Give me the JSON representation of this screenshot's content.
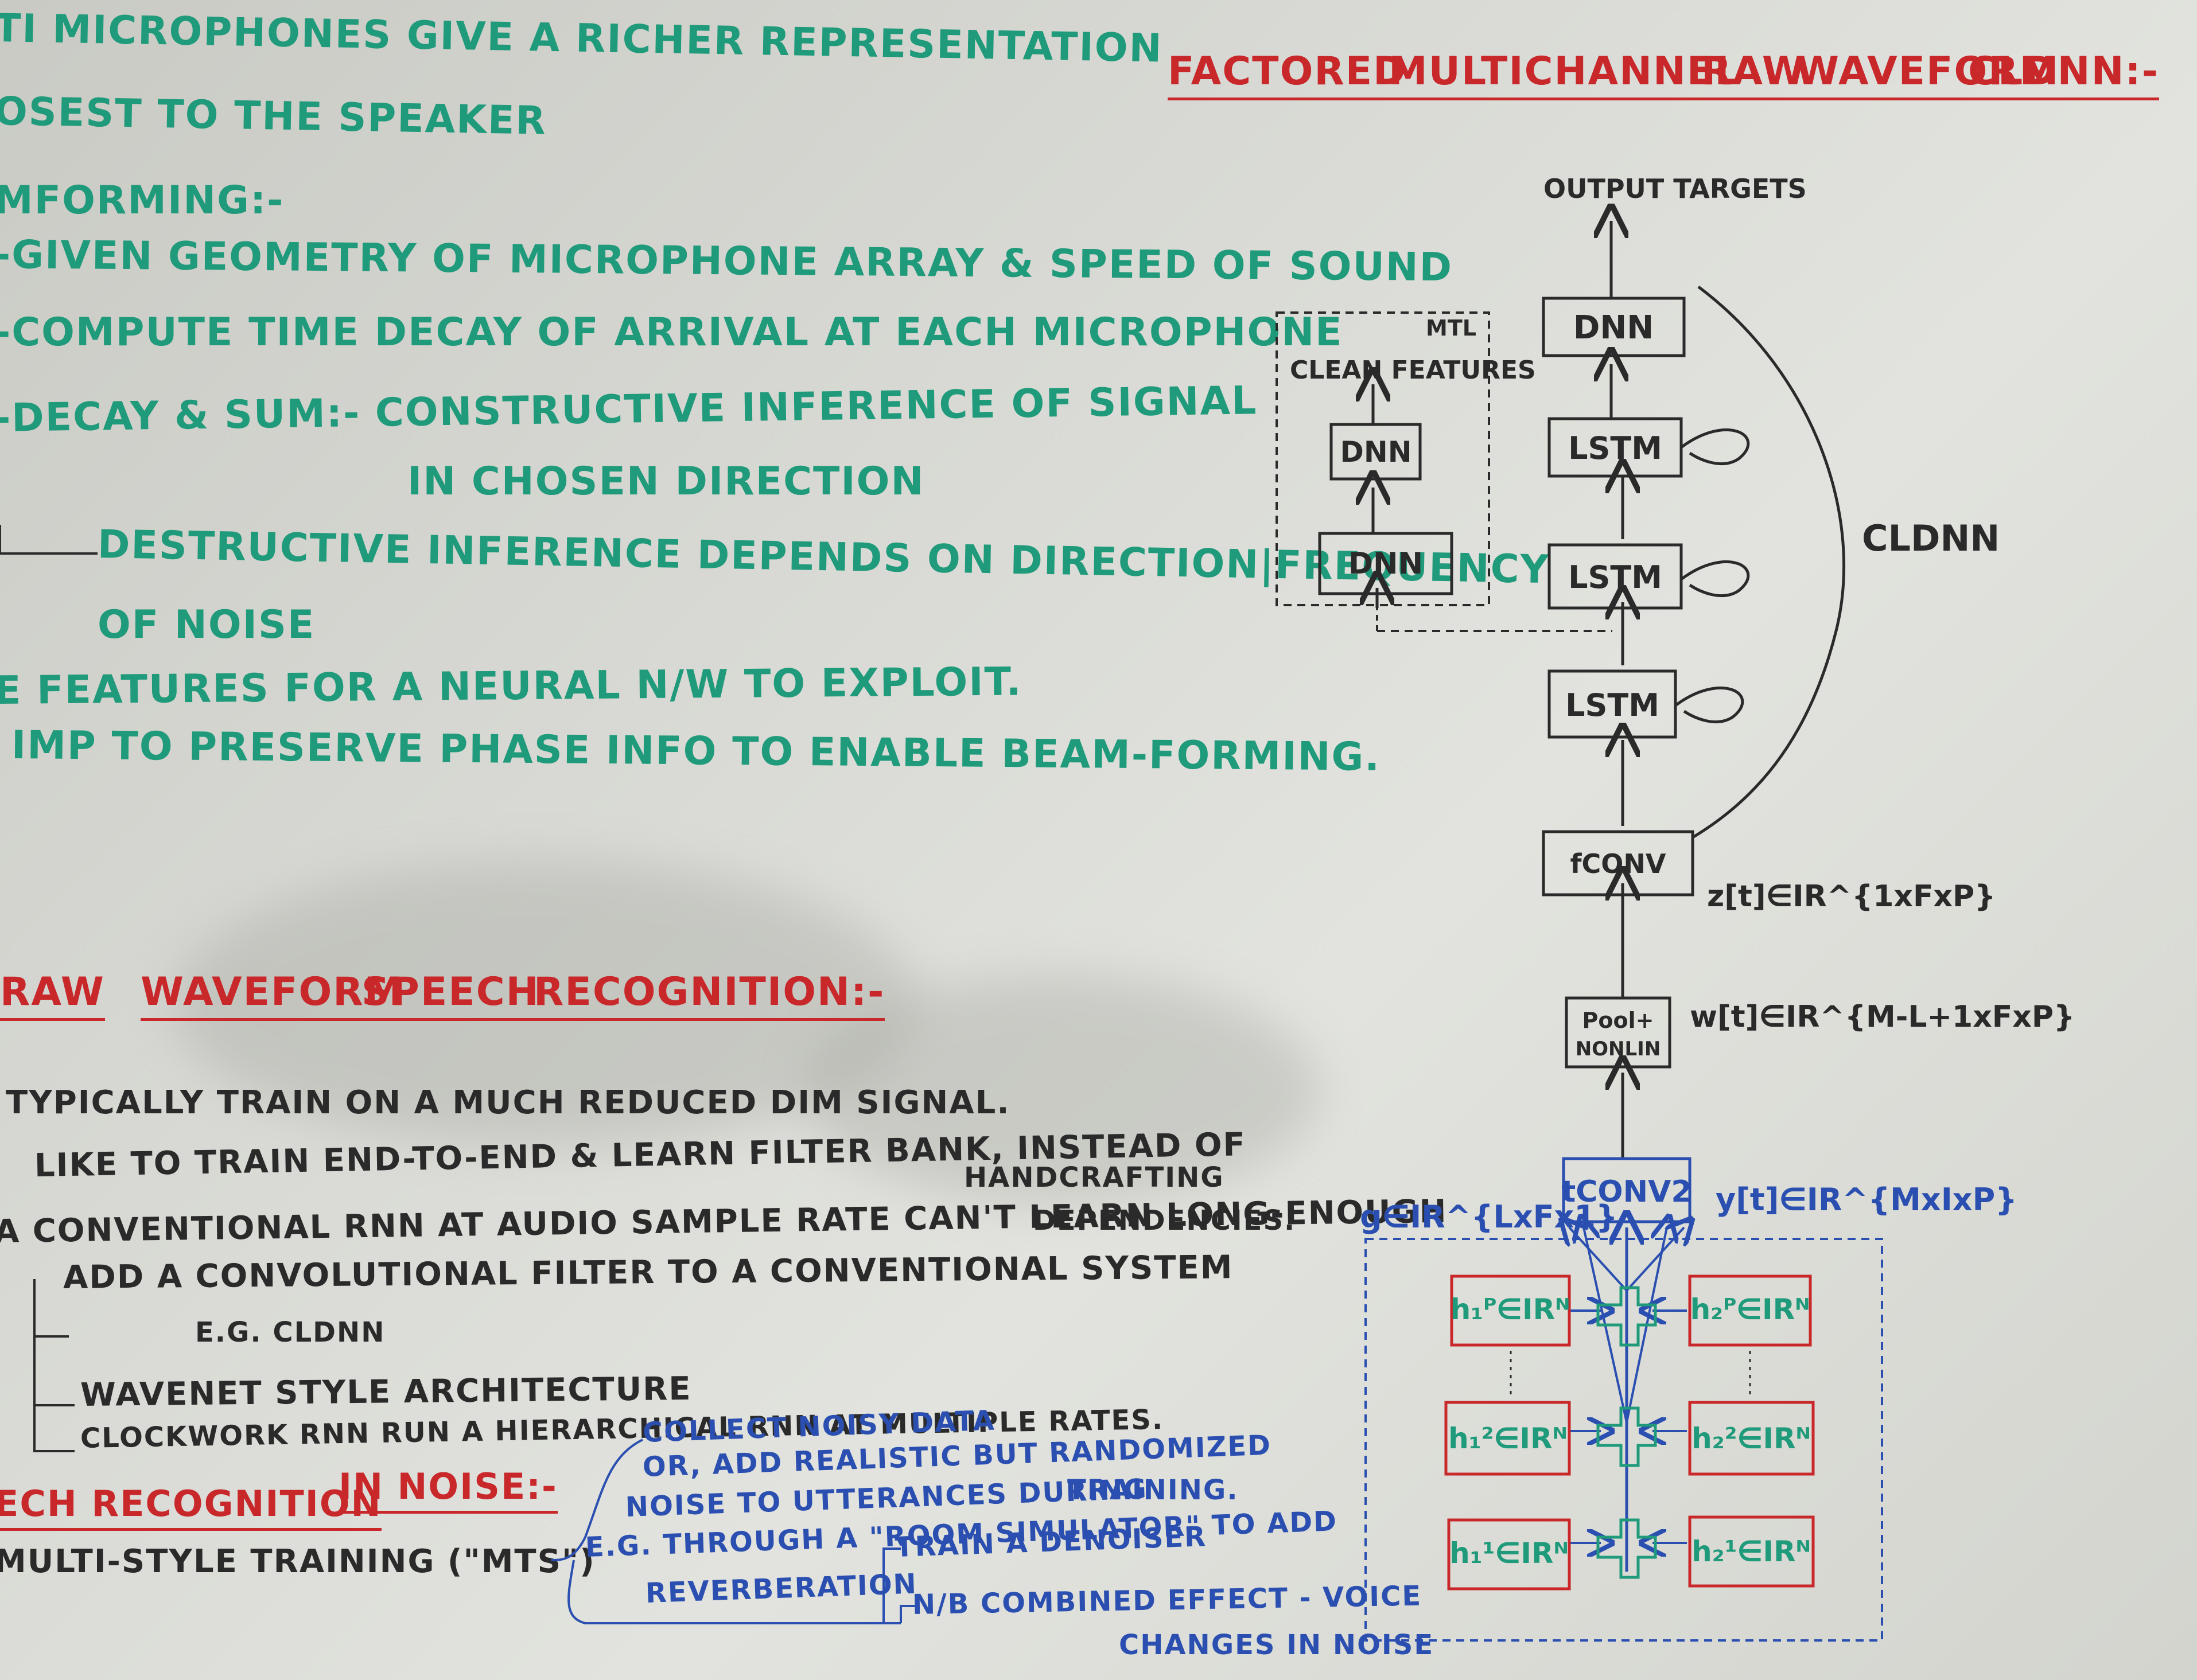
{
  "left_notes": {
    "line1": "Ti Microphones give a richer representation",
    "line2": "osest to the speaker",
    "line3": "mforming:-",
    "line4": "-Given geometry of microphone array & speed of sound",
    "line5": "-compute time decay of arrival at each microphone",
    "line6": "-Decay & Sum:- Constructive inference of signal",
    "line7": "in chosen direction",
    "line8": "Destructive inference depends on direction|frequency",
    "line9": "of noise",
    "line10": "e features for a neural N/W to exploit.",
    "line11": "Imp to preserve phase info to enable beam-forming."
  },
  "raw_section": {
    "heading_words": [
      "Raw",
      "Waveform",
      "Speech",
      "Recognition:-"
    ],
    "line1": "Typically train on a much reduced dim signal.",
    "line2": "Like to train end-to-end & learn filter bank, instead of",
    "line2b": "handcrafting",
    "line3": "A conventional RNN at audio sample rate can't learn long-enough",
    "line3b": "dependencies.",
    "line4": "Add a convolutional filter to a conventional system",
    "line4b": "e.g. CLDNN",
    "line5": "Wavenet style architecture",
    "line6": "Clockwork RNN run a hierarchical RNN at multiple rates."
  },
  "noise_section": {
    "heading_words": [
      "ech Recognition",
      "in Noise:-"
    ],
    "line1": "Multi-style training (\"MTS\")",
    "blue1": "Collect noisy data",
    "blue2": "or, add realistic but randomized",
    "blue3": "noise to utterances during",
    "blue3b": "training.",
    "blue4": "e.g. through a \"Room Simulator\" to add",
    "blue4b": "reverberation",
    "blue5": "Train a denoiser",
    "blue6": "N/B combined effect - voice",
    "blue6b": "changes in noise"
  },
  "diagram": {
    "title_words": [
      "Factored",
      "Multichannel",
      "Raw",
      "Waveform",
      "CLDNN:-"
    ],
    "output_label": "Output targets",
    "boxes": {
      "dnn_top": "DNN",
      "lstm3": "LSTM",
      "lstm2": "LSTM",
      "lstm1": "LSTM",
      "fconv": "fCONV",
      "pool_line1": "Pool+",
      "pool_line2": "NONLIN",
      "tconv": "tCONV2",
      "mtl_dnn_top": "DNN",
      "mtl_dnn_bottom": "DNN"
    },
    "mtl_label": "MTL",
    "clean_features": "Clean features",
    "cldnn_label": "CLDNN",
    "z_label": "z[t]∈IR^{1xFxP}",
    "w_label": "w[t]∈IR^{M-L+1xFxP}",
    "y_label": "y[t]∈IR^{MxIxP}",
    "g_label": "g∈IR^{LxFx1}",
    "filters": {
      "h1p": "h₁ᴾ∈IRᴺ",
      "h2p": "h₂ᴾ∈IRᴺ",
      "h12": "h₁²∈IRᴺ",
      "h22": "h₂²∈IRᴺ",
      "h11": "h₁¹∈IRᴺ",
      "h21": "h₂¹∈IRᴺ"
    },
    "colors": {
      "red": "#c9282b",
      "green": "#1f9a7a",
      "blue": "#2a4fb0",
      "black": "#2a2a2a"
    }
  }
}
